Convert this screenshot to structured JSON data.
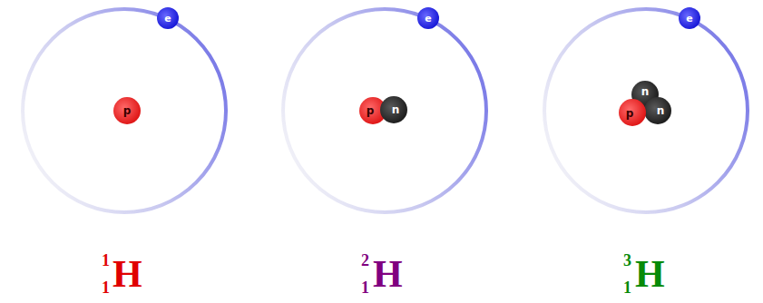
{
  "diagram": {
    "nodes": [
      {
        "text": [
          "e"
        ]
      },
      {
        "text": [
          "p"
        ]
      },
      {
        "text": [
          "e"
        ]
      },
      {
        "text": [
          "p"
        ]
      },
      {
        "text": [
          "n"
        ]
      },
      {
        "text": [
          "e"
        ]
      },
      {
        "text": [
          "n"
        ]
      },
      {
        "text": [
          "p"
        ]
      },
      {
        "text": [
          "n"
        ]
      }
    ],
    "labels": [
      "1",
      "1",
      "H",
      "2",
      "1",
      "H",
      "3",
      "1",
      "H"
    ]
  }
}
